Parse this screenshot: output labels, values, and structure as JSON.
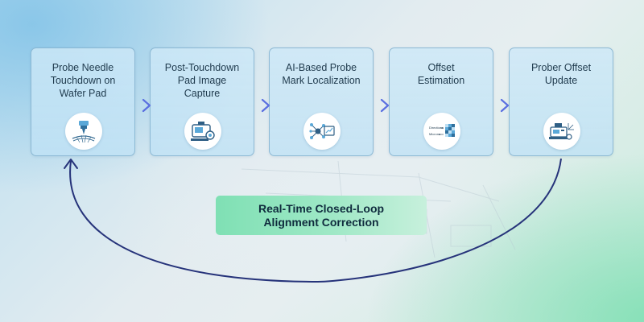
{
  "steps": [
    {
      "label_lines": [
        "Probe Needle",
        "Touchdown on",
        "Wafer Pad"
      ],
      "icon": "probe-needle-icon"
    },
    {
      "label_lines": [
        "Post-Touchdown",
        "Pad Image",
        "Capture"
      ],
      "icon": "camera-imaging-icon"
    },
    {
      "label_lines": [
        "AI-Based Probe",
        "Mark Localization"
      ],
      "icon": "neural-network-icon"
    },
    {
      "label_lines": [
        "Offset",
        "Estimation"
      ],
      "icon": "offset-matrix-icon",
      "icon_text": [
        "Directions",
        "Microns"
      ]
    },
    {
      "label_lines": [
        "Prober Offset",
        "Update"
      ],
      "icon": "prober-machine-icon"
    }
  ],
  "loop": {
    "label_lines": [
      "Real-Time Closed-Loop",
      "Alignment Correction"
    ]
  },
  "colors": {
    "card_border": "#78aac8",
    "arrow_gradient": [
      "#3fd9a6",
      "#5a6fe0"
    ],
    "loop_line": "#26337a",
    "badge": "#8fe4bc"
  }
}
